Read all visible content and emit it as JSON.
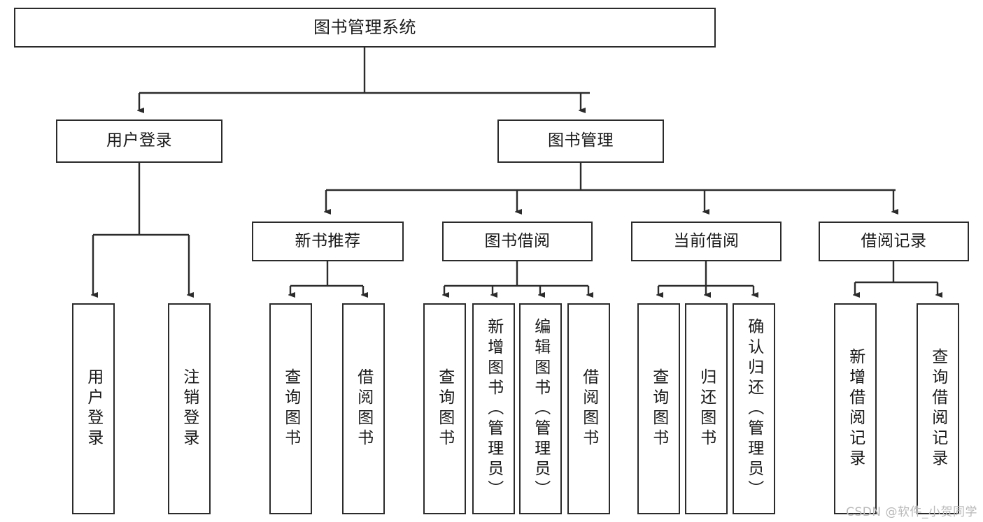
{
  "diagram": {
    "title": "图书管理系统",
    "type": "tree",
    "stroke_color": "#2b2b2b",
    "fill_color": "#ffffff",
    "text_color": "#1a1a1a"
  },
  "watermark": {
    "text": "CSDN @软件_小贺同学",
    "color": "#b9b9b9"
  },
  "nodes": {
    "root": {
      "label": "图书管理系统"
    },
    "level1": [
      {
        "id": "user-login",
        "label": "用户登录"
      },
      {
        "id": "book-manage",
        "label": "图书管理"
      }
    ],
    "level2": [
      {
        "id": "new-book-rec",
        "label": "新书推荐"
      },
      {
        "id": "book-borrow",
        "label": "图书借阅"
      },
      {
        "id": "current-borrow",
        "label": "当前借阅"
      },
      {
        "id": "borrow-record",
        "label": "借阅记录"
      }
    ],
    "leaves": [
      {
        "id": "leaf-user-login",
        "label": "用户登录",
        "parent": "user-login"
      },
      {
        "id": "leaf-user-logout",
        "label": "注销登录",
        "parent": "user-login"
      },
      {
        "id": "leaf-query-book-1",
        "label": "查询图书",
        "parent": "new-book-rec"
      },
      {
        "id": "leaf-borrow-book-1",
        "label": "借阅图书",
        "parent": "new-book-rec"
      },
      {
        "id": "leaf-query-book-2",
        "label": "查询图书",
        "parent": "book-borrow"
      },
      {
        "id": "leaf-add-book",
        "label": "新增图书（管理员）",
        "parent": "book-borrow"
      },
      {
        "id": "leaf-edit-book",
        "label": "编辑图书（管理员）",
        "parent": "book-borrow"
      },
      {
        "id": "leaf-borrow-book-2",
        "label": "借阅图书",
        "parent": "book-borrow"
      },
      {
        "id": "leaf-query-book-3",
        "label": "查询图书",
        "parent": "current-borrow"
      },
      {
        "id": "leaf-return-book",
        "label": "归还图书",
        "parent": "current-borrow"
      },
      {
        "id": "leaf-confirm-return",
        "label": "确认归还（管理员）",
        "parent": "current-borrow"
      },
      {
        "id": "leaf-add-record",
        "label": "新增借阅记录",
        "parent": "borrow-record"
      },
      {
        "id": "leaf-query-record",
        "label": "查询借阅记录",
        "parent": "borrow-record"
      }
    ]
  }
}
